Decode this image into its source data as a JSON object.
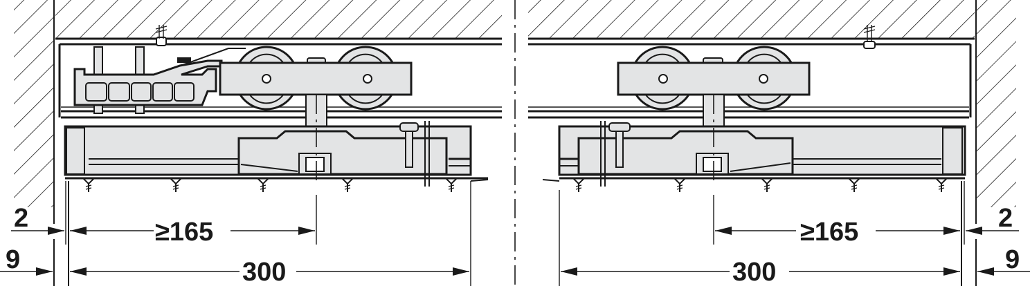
{
  "diagram": {
    "type": "technical-drawing",
    "subject": "sliding door top track with soft-close damper, two views (left and right)",
    "colors": {
      "line": "#1a1a1a",
      "part_fill": "#e3e4e5",
      "background": "#ffffff"
    }
  },
  "left_view": {
    "dimensions": {
      "gap_label": "2",
      "wall_offset_label": "9",
      "min_distance_label": "≥165",
      "length_label": "300"
    }
  },
  "right_view": {
    "dimensions": {
      "gap_label": "2",
      "wall_offset_label": "9",
      "min_distance_label": "≥165",
      "length_label": "300"
    }
  }
}
